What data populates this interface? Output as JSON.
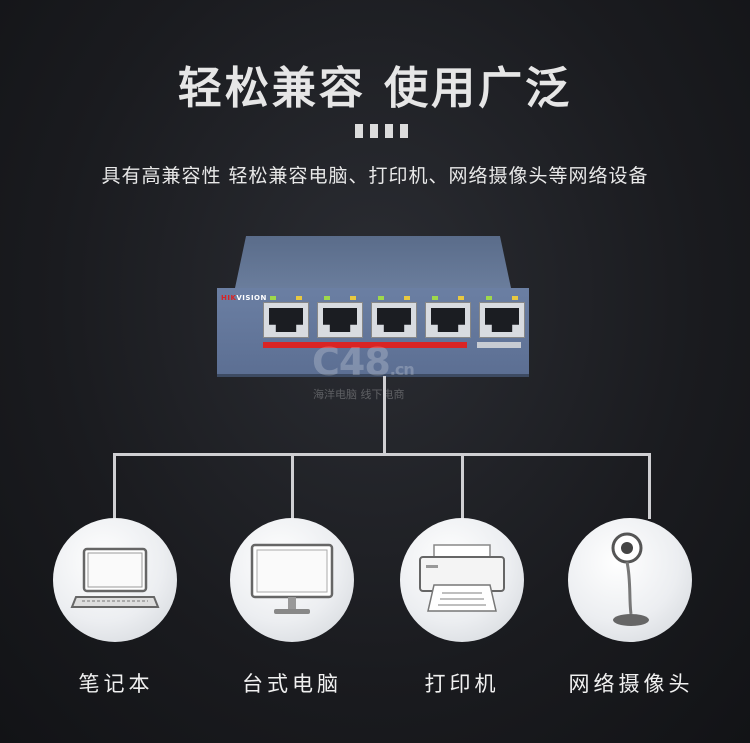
{
  "header": {
    "title": "轻松兼容 使用广泛",
    "subtitle": "具有高兼容性 轻松兼容电脑、打印机、网络摄像头等网络设备"
  },
  "switch": {
    "brand_prefix": "HIK",
    "brand_suffix": "VISION"
  },
  "watermark": {
    "logo": "C48",
    "domain": ".cn",
    "text": "海洋电脑 线下电商"
  },
  "devices": [
    {
      "label": "笔记本",
      "icon": "laptop-icon"
    },
    {
      "label": "台式电脑",
      "icon": "monitor-icon"
    },
    {
      "label": "打印机",
      "icon": "printer-icon"
    },
    {
      "label": "网络摄像头",
      "icon": "webcam-icon"
    }
  ],
  "colors": {
    "background": "#1a1b1f",
    "switch_body": "#6b7fa3",
    "accent_red": "#d92424"
  }
}
